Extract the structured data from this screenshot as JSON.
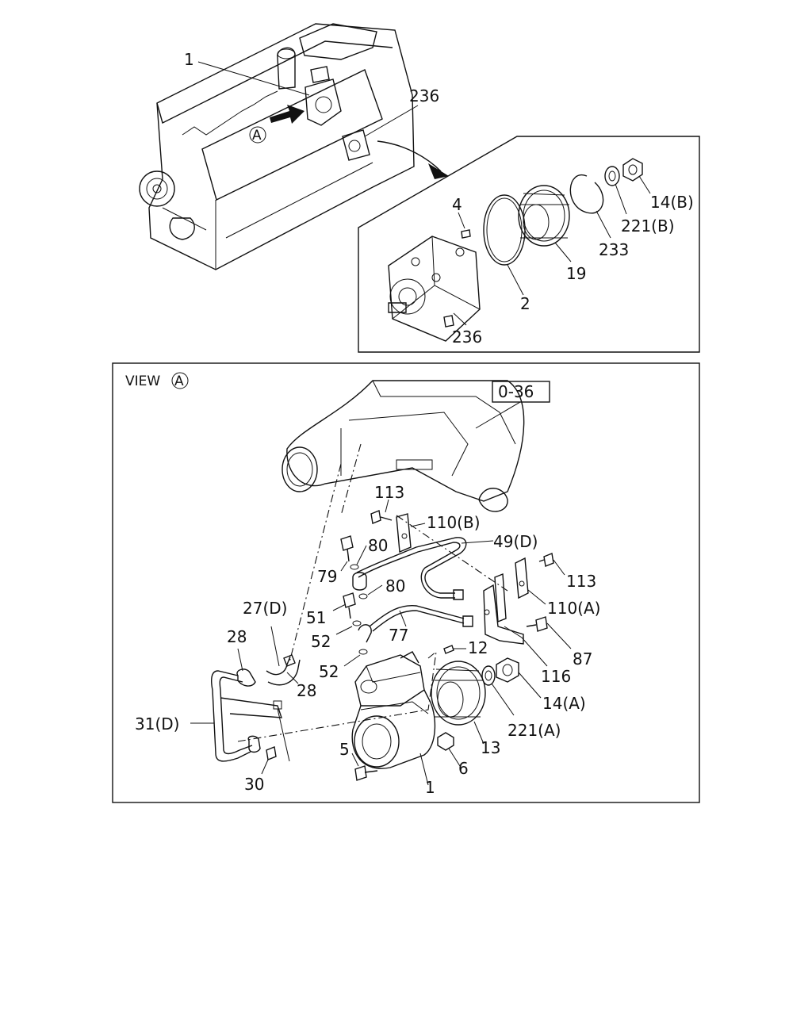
{
  "top_view": {
    "marker": "A",
    "labels": {
      "p1": "1",
      "p236": "236"
    }
  },
  "detail": {
    "labels": {
      "p4": "4",
      "p2": "2",
      "p19": "19",
      "p233": "233",
      "p221b": "221(B)",
      "p14b": "14(B)",
      "p236": "236"
    }
  },
  "view": {
    "title": "VIEW",
    "marker": "A",
    "ref": "0-36",
    "labels": {
      "p113a": "113",
      "p110b": "110(B)",
      "p80a": "80",
      "p49d": "49(D)",
      "p79": "79",
      "p80b": "80",
      "p113b": "113",
      "p110a": "110(A)",
      "p27d": "27(D)",
      "p51": "51",
      "p77": "77",
      "p28a": "28",
      "p52a": "52",
      "p12": "12",
      "p87": "87",
      "p52b": "52",
      "p28b": "28",
      "p116": "116",
      "p14a": "14(A)",
      "p31d": "31(D)",
      "p221a": "221(A)",
      "p13": "13",
      "p5": "5",
      "p6": "6",
      "p30": "30",
      "p1": "1"
    }
  }
}
